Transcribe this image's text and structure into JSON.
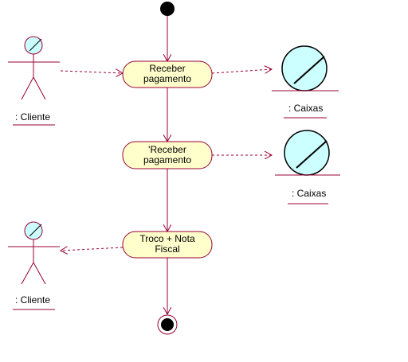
{
  "colors": {
    "line": "#990033",
    "activity_fill": "#ffffcc",
    "object_fill": "#ccffff",
    "node": "#000000"
  },
  "activities": [
    {
      "id": "a1",
      "line1": "Receber",
      "line2": "pagamento"
    },
    {
      "id": "a2",
      "line1": "'Receber",
      "line2": "pagamento"
    },
    {
      "id": "a3",
      "line1": "Troco + Nota",
      "line2": "Fiscal"
    }
  ],
  "actors": [
    {
      "id": "actor1",
      "label": ": Cliente"
    },
    {
      "id": "actor2",
      "label": ": Cliente"
    }
  ],
  "objects": [
    {
      "id": "obj1",
      "label": ": Caixas"
    },
    {
      "id": "obj2",
      "label": ": Caixas"
    }
  ]
}
